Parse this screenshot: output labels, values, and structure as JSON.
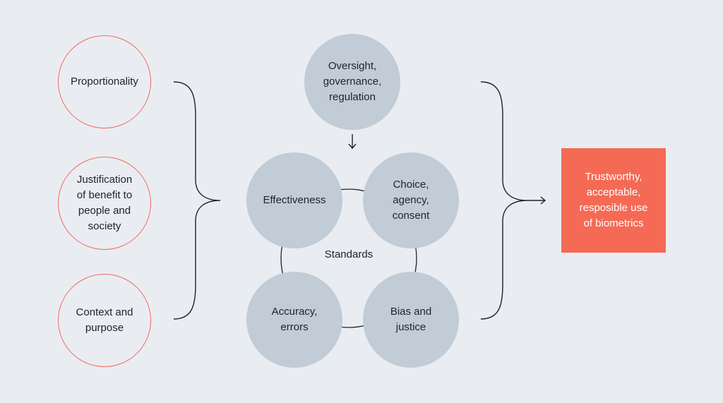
{
  "inputs": [
    {
      "label": "Proportionality"
    },
    {
      "label": "Justification\nof benefit to\npeople and\nsociety"
    },
    {
      "label": "Context and\npurpose"
    }
  ],
  "oversight": {
    "label": "Oversight,\ngovernance,\nregulation"
  },
  "standards": {
    "center_label": "Standards",
    "items": [
      {
        "label": "Effectiveness"
      },
      {
        "label": "Choice,\nagency,\nconsent"
      },
      {
        "label": "Accuracy,\nerrors"
      },
      {
        "label": "Bias and\njustice"
      }
    ]
  },
  "outcome": {
    "label": "Trustworthy,\nacceptable,\nresposible use\nof biometrics"
  },
  "colors": {
    "background": "#e9edf2",
    "input_outline": "#f26b5a",
    "standard_fill": "#c2ccd6",
    "outcome_fill": "#f56a55",
    "stroke": "#1f2328"
  },
  "icons": {
    "down_arrow": "arrow-down-icon",
    "right_arrow": "arrow-right-icon"
  }
}
